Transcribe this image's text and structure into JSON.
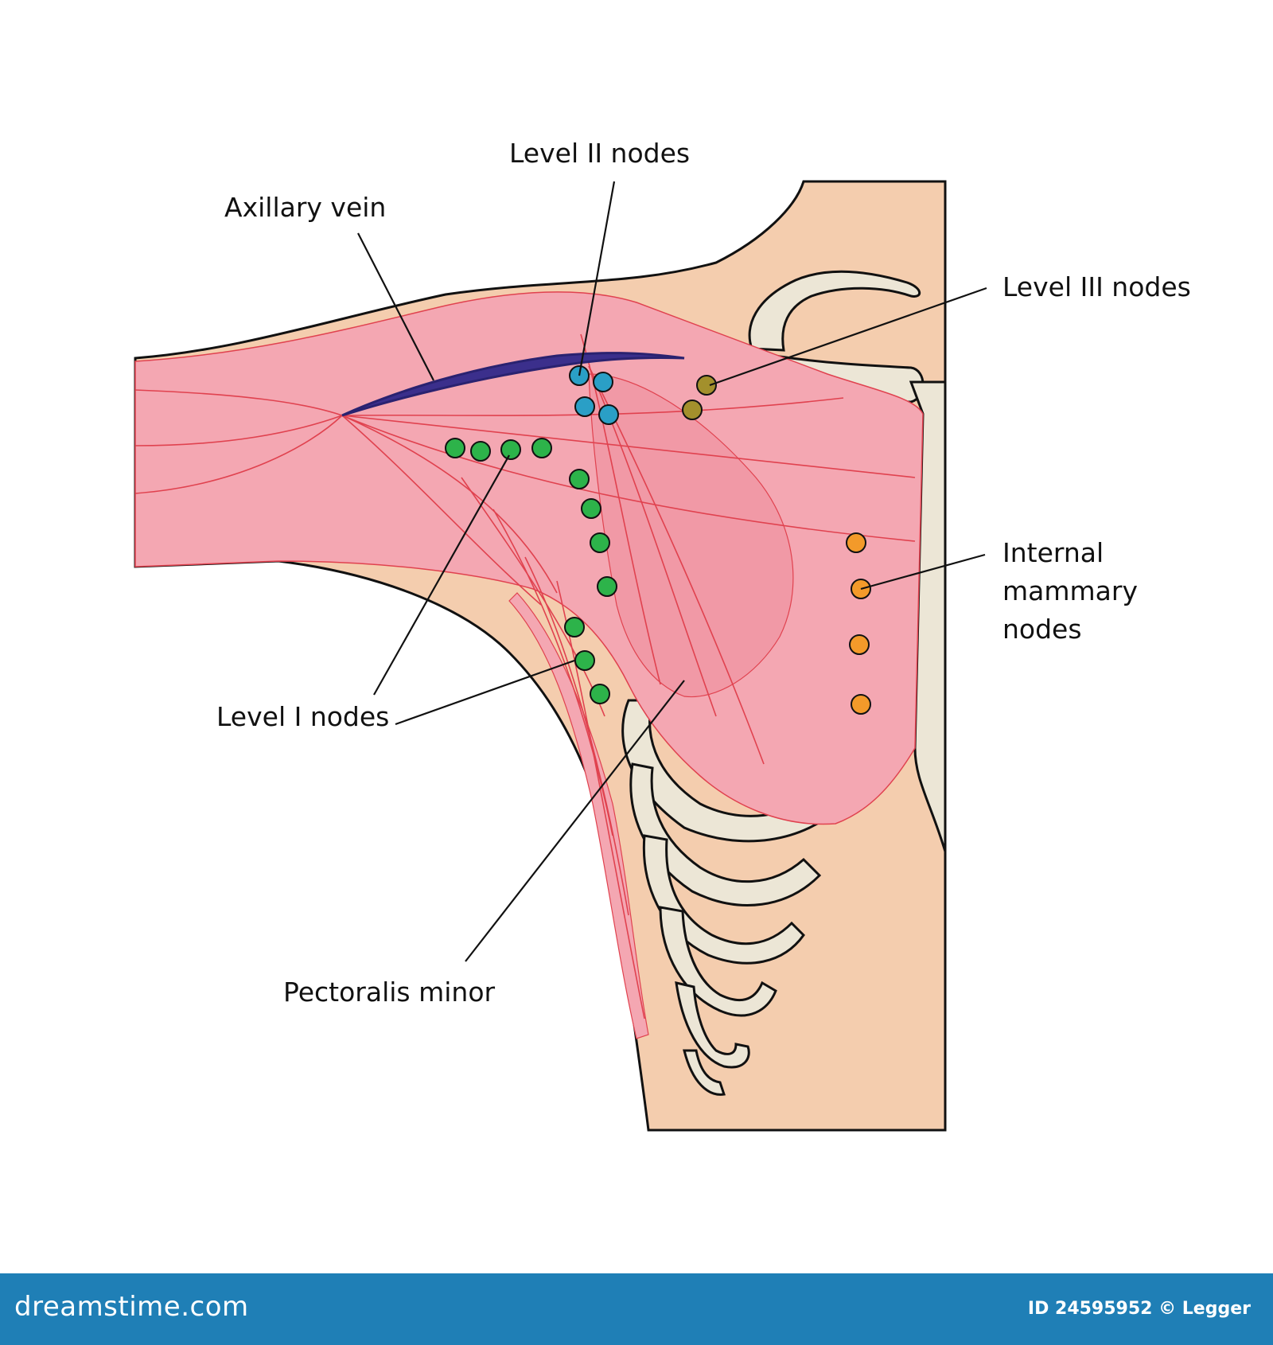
{
  "labels": {
    "level2": "Level II nodes",
    "axillary_vein": "Axillary vein",
    "level3": "Level III nodes",
    "internal_line1": "Internal",
    "internal_line2": "mammary",
    "internal_line3": "nodes",
    "level1": "Level I nodes",
    "pectoralis": "Pectoralis minor"
  },
  "footer": {
    "brand": "dreamstime.com",
    "credit": "ID 24595952 © Legger"
  },
  "colors": {
    "muscle": "#f4a7b2",
    "muscle_line": "#e0424f",
    "skin": "#f4cdae",
    "bone": "#ece6d6",
    "vein": "#3b2f8c",
    "level1_node": "#2db34a",
    "level2_node": "#2a9fc6",
    "level3_node": "#a3902c",
    "internal_node": "#f39a2a",
    "footer_bg": "#1f7fb6"
  }
}
